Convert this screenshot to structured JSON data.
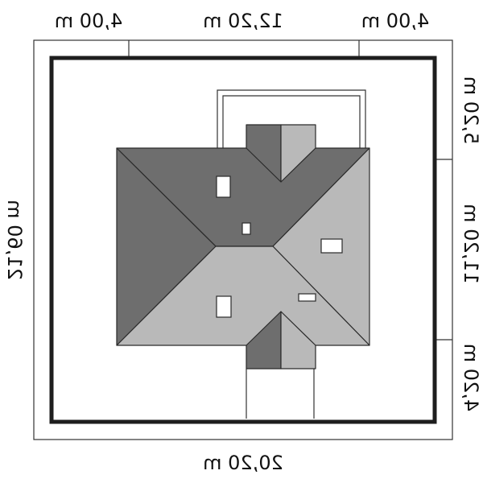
{
  "dimensions": {
    "top_left": "4,00 m",
    "top_middle": "12,20 m",
    "top_right": "4,00 m",
    "bottom": "20,20 m",
    "left": "21,60 m",
    "right_top": "5,20 m",
    "right_middle": "11,20 m",
    "right_bottom": "4,20 m"
  },
  "colors": {
    "roof_dark": "#6e6e6e",
    "roof_light": "#b9b9b9",
    "plot_border": "#1e1e1e",
    "line": "#333333",
    "background": "#ffffff"
  }
}
